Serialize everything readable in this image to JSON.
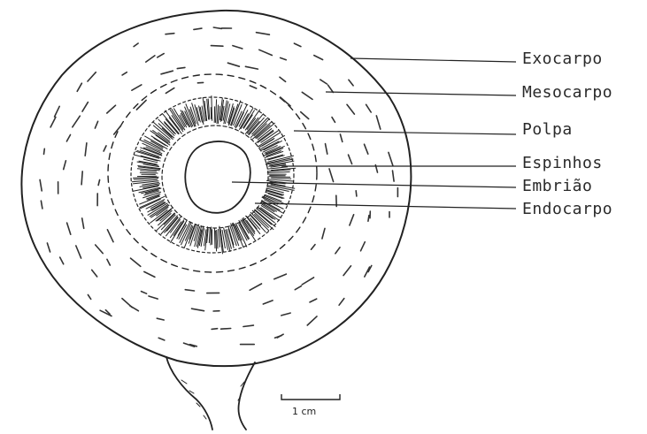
{
  "labels": {
    "exocarpo": "Exocarpo",
    "mesocarpo": "Mesocarpo",
    "polpa": "Polpa",
    "espinhos": "Espinhos",
    "embriao": "Embrião",
    "endocarpo": "Endocarpo"
  },
  "scale_bar": {
    "text": "1 cm"
  },
  "colors": {
    "ink": "#222222",
    "background": "#ffffff"
  }
}
